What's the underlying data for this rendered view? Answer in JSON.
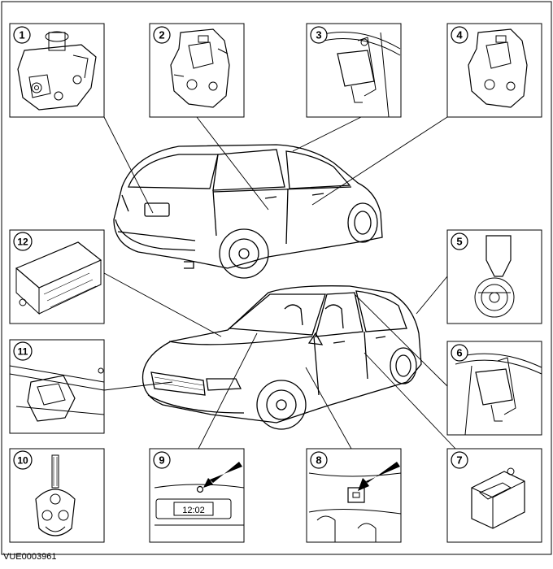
{
  "diagram": {
    "reference_code": "VUE0003961",
    "clock_readout": "12:02",
    "callouts": [
      {
        "id": "1",
        "label": "1",
        "component": "tailgate-latch"
      },
      {
        "id": "2",
        "label": "2",
        "component": "rear-door-latch"
      },
      {
        "id": "3",
        "label": "3",
        "component": "rear-door-actuator"
      },
      {
        "id": "4",
        "label": "4",
        "component": "front-door-latch"
      },
      {
        "id": "5",
        "label": "5",
        "component": "horn"
      },
      {
        "id": "6",
        "label": "6",
        "component": "door-actuator"
      },
      {
        "id": "7",
        "label": "7",
        "component": "door-switch"
      },
      {
        "id": "8",
        "label": "8",
        "component": "interior-sensor"
      },
      {
        "id": "9",
        "label": "9",
        "component": "indicator-led"
      },
      {
        "id": "10",
        "label": "10",
        "component": "remote-key"
      },
      {
        "id": "11",
        "label": "11",
        "component": "bonnet-latch"
      },
      {
        "id": "12",
        "label": "12",
        "component": "control-module"
      }
    ]
  }
}
